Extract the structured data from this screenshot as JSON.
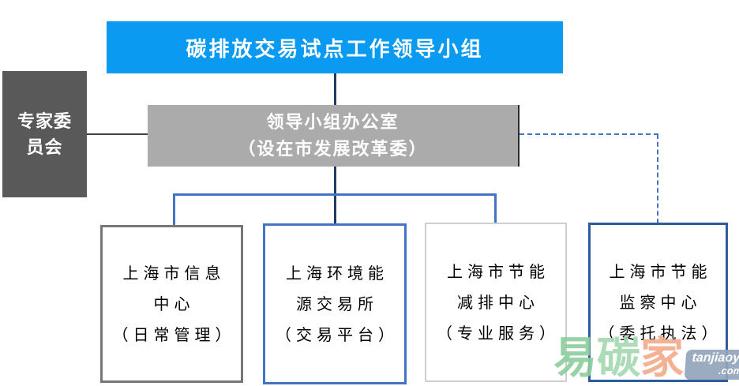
{
  "org_chart": {
    "leader_box": {
      "label": "碳排放交易试点工作领导小组",
      "bg": "#0b9af2",
      "text_color": "#ffffff"
    },
    "expert_box": {
      "lines": [
        "专家委",
        "员会"
      ],
      "bg": "#595959",
      "text_color": "#ffffff"
    },
    "office_box": {
      "lines": [
        "领导小组办公室",
        "（设在市发展改革委）"
      ],
      "bg": "#ababab",
      "text_color": "#ffffff"
    },
    "child_boxes": [
      {
        "id": "shanghai-information-center",
        "lines": [
          "上海市信息",
          "中心",
          "（日常管理）"
        ],
        "border_color": "#767676"
      },
      {
        "id": "shanghai-environment-energy-exchange",
        "lines": [
          "上海环境能",
          "源交易所",
          "（交易平台）"
        ],
        "border_color": "#4472c4"
      },
      {
        "id": "shanghai-energy-saving-emission-reduction-center",
        "lines": [
          "上海市节能",
          "减排中心",
          "（专业服务）"
        ],
        "border_color": "#cfcfcf"
      },
      {
        "id": "shanghai-energy-saving-supervision-center",
        "lines": [
          "上海市节能",
          "监察中心",
          "（委托执法）"
        ],
        "border_color": "#2f5b9d"
      }
    ],
    "connector_colors": {
      "solid_blue": "#4472c4",
      "dark_navy": "#203a66",
      "dark_gray": "#404040",
      "dashed_blue": "#4472c4"
    }
  },
  "watermark": {
    "characters": [
      {
        "text": "易",
        "color": "#8ecf9f"
      },
      {
        "text": "碳",
        "color": "#a5d9b2"
      },
      {
        "text": "家",
        "color": "#f3ac8b"
      }
    ],
    "badge": {
      "line1": "tanjiaoyi",
      "line2": ".com",
      "bg": "#93a5bb",
      "text_color": "#ffffff"
    }
  }
}
